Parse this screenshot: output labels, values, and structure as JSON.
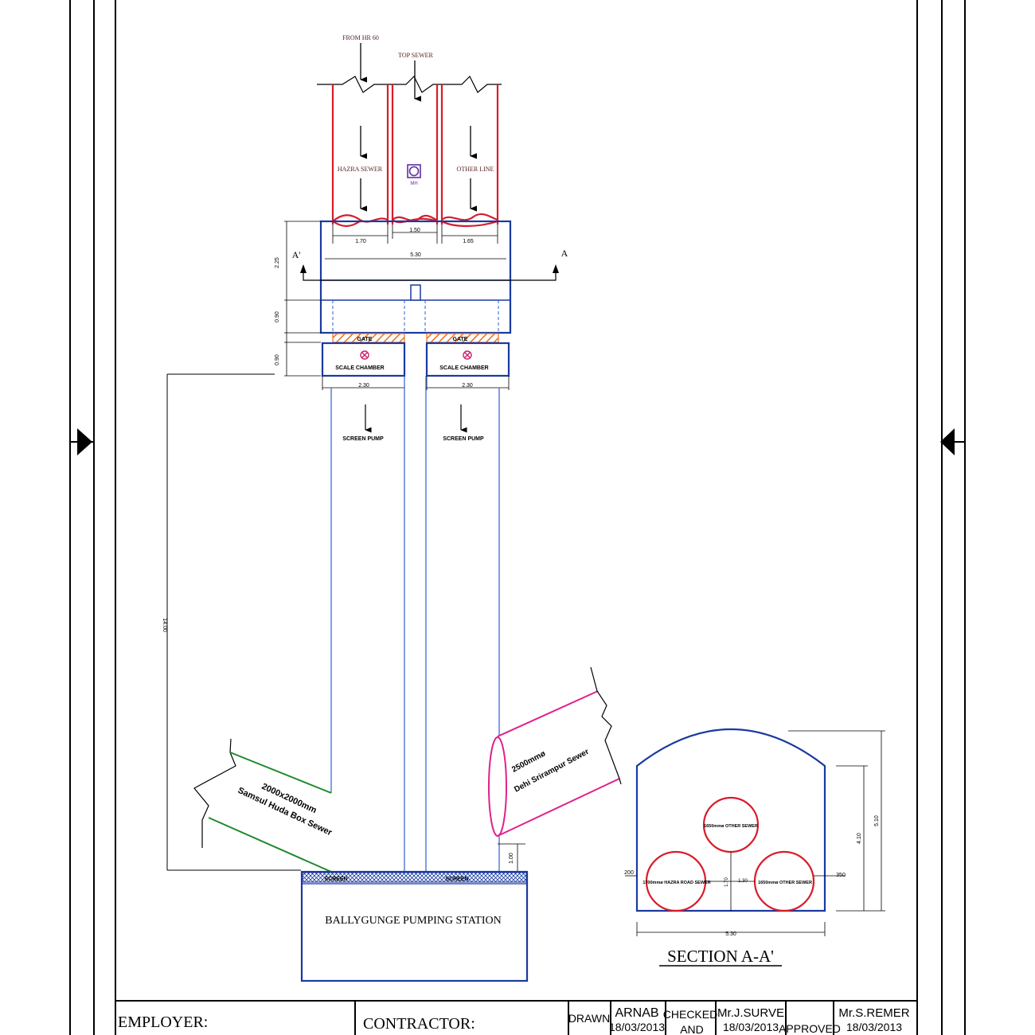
{
  "colors": {
    "frame": "#000000",
    "structure_blue": "#1a3aa0",
    "pipe_blue": "#2f5fd0",
    "sewer_red": "#d81c2a",
    "pink_sewer": "#e0208c",
    "green_sewer": "#1f8a2a",
    "gate_orange": "#e8701e",
    "marker_pink": "#d0206a",
    "label_dark": "#552222",
    "manhole_purple": "#6030a0"
  },
  "labels": {
    "from_hr60": "FROM HR 60",
    "top_sewer": "TOP SEWER",
    "hazra_sewer": "HAZRA SEWER",
    "other_line": "OTHER LINE",
    "manhole": "MH",
    "section_left": "A'",
    "section_right": "A",
    "gate_left": "GATE",
    "gate_right": "GATE",
    "scale_chamber_left": "SCALE CHAMBER",
    "scale_chamber_right": "SCALE CHAMBER",
    "screen_pump_left": "SCREEN PUMP",
    "screen_pump_right": "SCREEN PUMP",
    "box_sewer_size": "2000x2000mm",
    "box_sewer_name": "Samsul Huda Box Sewer",
    "pink_sewer_size": "2500mmø",
    "pink_sewer_name": "Dehi Srirampur Sewer",
    "screen_left": "SCREEN",
    "screen_right": "SCREEN",
    "pumping_station": "BALLYGUNGE PUMPING STATION",
    "section_title": "SECTION A-A'",
    "circle_top": "1650mmø OTHER SEWER",
    "circle_left": "1700mmø HAZRA ROAD SEWER",
    "circle_right": "1650mmø OTHER SEWER"
  },
  "dimensions": {
    "w_170": "1.70",
    "w_150": "1.50",
    "w_165": "1.65",
    "w_530": "5.30",
    "h_225": "2.25",
    "h_090a": "0.90",
    "h_090b": "0.90",
    "w_230a": "2.30",
    "w_230b": "2.30",
    "h_1400": "14.00",
    "h_100": "1.00",
    "sec_200": "200",
    "sec_170": "1.70",
    "sec_130": "1.30",
    "sec_350": "350",
    "sec_530": "5.30",
    "sec_410": "4.10",
    "sec_510": "5.10"
  },
  "title_block": {
    "employer": "EMPLOYER:",
    "contractor": "CONTRACTOR:",
    "drawn_label": "DRAWN",
    "drawn_name": "ARNAB",
    "drawn_date": "18/03/2013",
    "checked_label_1": "CHECKED",
    "checked_label_2": "AND",
    "checked_name": "Mr.J.SURVE",
    "checked_date": "18/03/2013",
    "approved_label": "APPROVED",
    "approved_name": "Mr.S.REMER",
    "approved_date": "18/03/2013"
  }
}
